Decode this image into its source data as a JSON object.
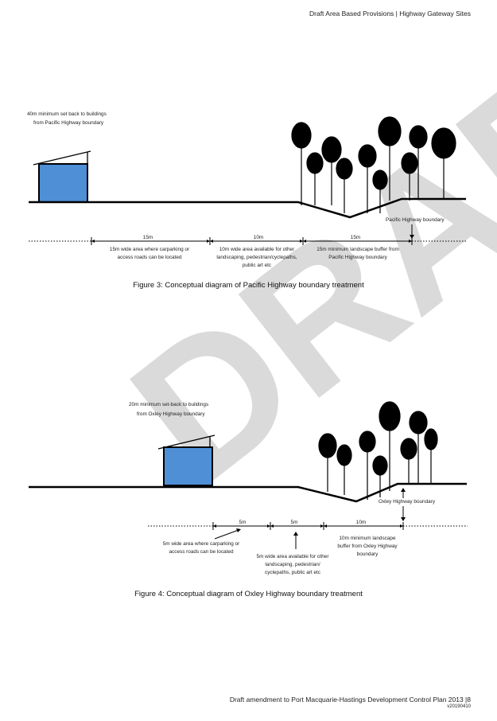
{
  "header": {
    "title": "Draft Area Based Provisions | Highway Gateway Sites"
  },
  "watermark": {
    "text": "DRAFT"
  },
  "figure3": {
    "setback_label": [
      "40m minimum set back to buildings",
      "from Pacific Highway boundary"
    ],
    "boundary_label": "Pacific Highway boundary",
    "seg1_distance": "15m",
    "seg1_desc": [
      "15m wide area where carparking or",
      "access roads can be located"
    ],
    "seg2_distance": "10m",
    "seg2_desc": [
      "10m wide area available for other",
      "landscaping, pedestrian/cyclepaths,",
      "public art etc"
    ],
    "seg3_distance": "15m",
    "seg3_desc": [
      "15m minimum landscape buffer from",
      "Pacific Highway boundary"
    ],
    "caption_label": "Figure 3:",
    "caption_text": " Conceptual diagram of Pacific Highway boundary treatment"
  },
  "figure4": {
    "setback_label": [
      "20m minimum set-back to buildings",
      "from Oxley Highway boundary"
    ],
    "boundary_label": "Oxley Highway boundary",
    "seg1_distance": "5m",
    "seg1_desc": [
      "5m wide area where carparking or",
      "access roads can be located"
    ],
    "seg2_distance": "5m",
    "seg2_desc": [
      "5m wide area available for other",
      "landscaping, pedestrian/",
      "cyclepaths, public art etc"
    ],
    "seg3_distance": "10m",
    "seg3_desc": [
      "10m minimum landscape",
      "buffer from Oxley Highway",
      "boundary"
    ],
    "caption_label": "Figure 4:",
    "caption_text": " Conceptual diagram of Oxley Highway boundary treatment"
  },
  "footer": {
    "text": "Draft amendment to Port Macquarie-Hastings Development Control Plan 2013 |8",
    "version": "v20190410"
  },
  "colors": {
    "building": "#4f8fd6",
    "ink": "#000000",
    "watermark": "#d4d4d4"
  }
}
